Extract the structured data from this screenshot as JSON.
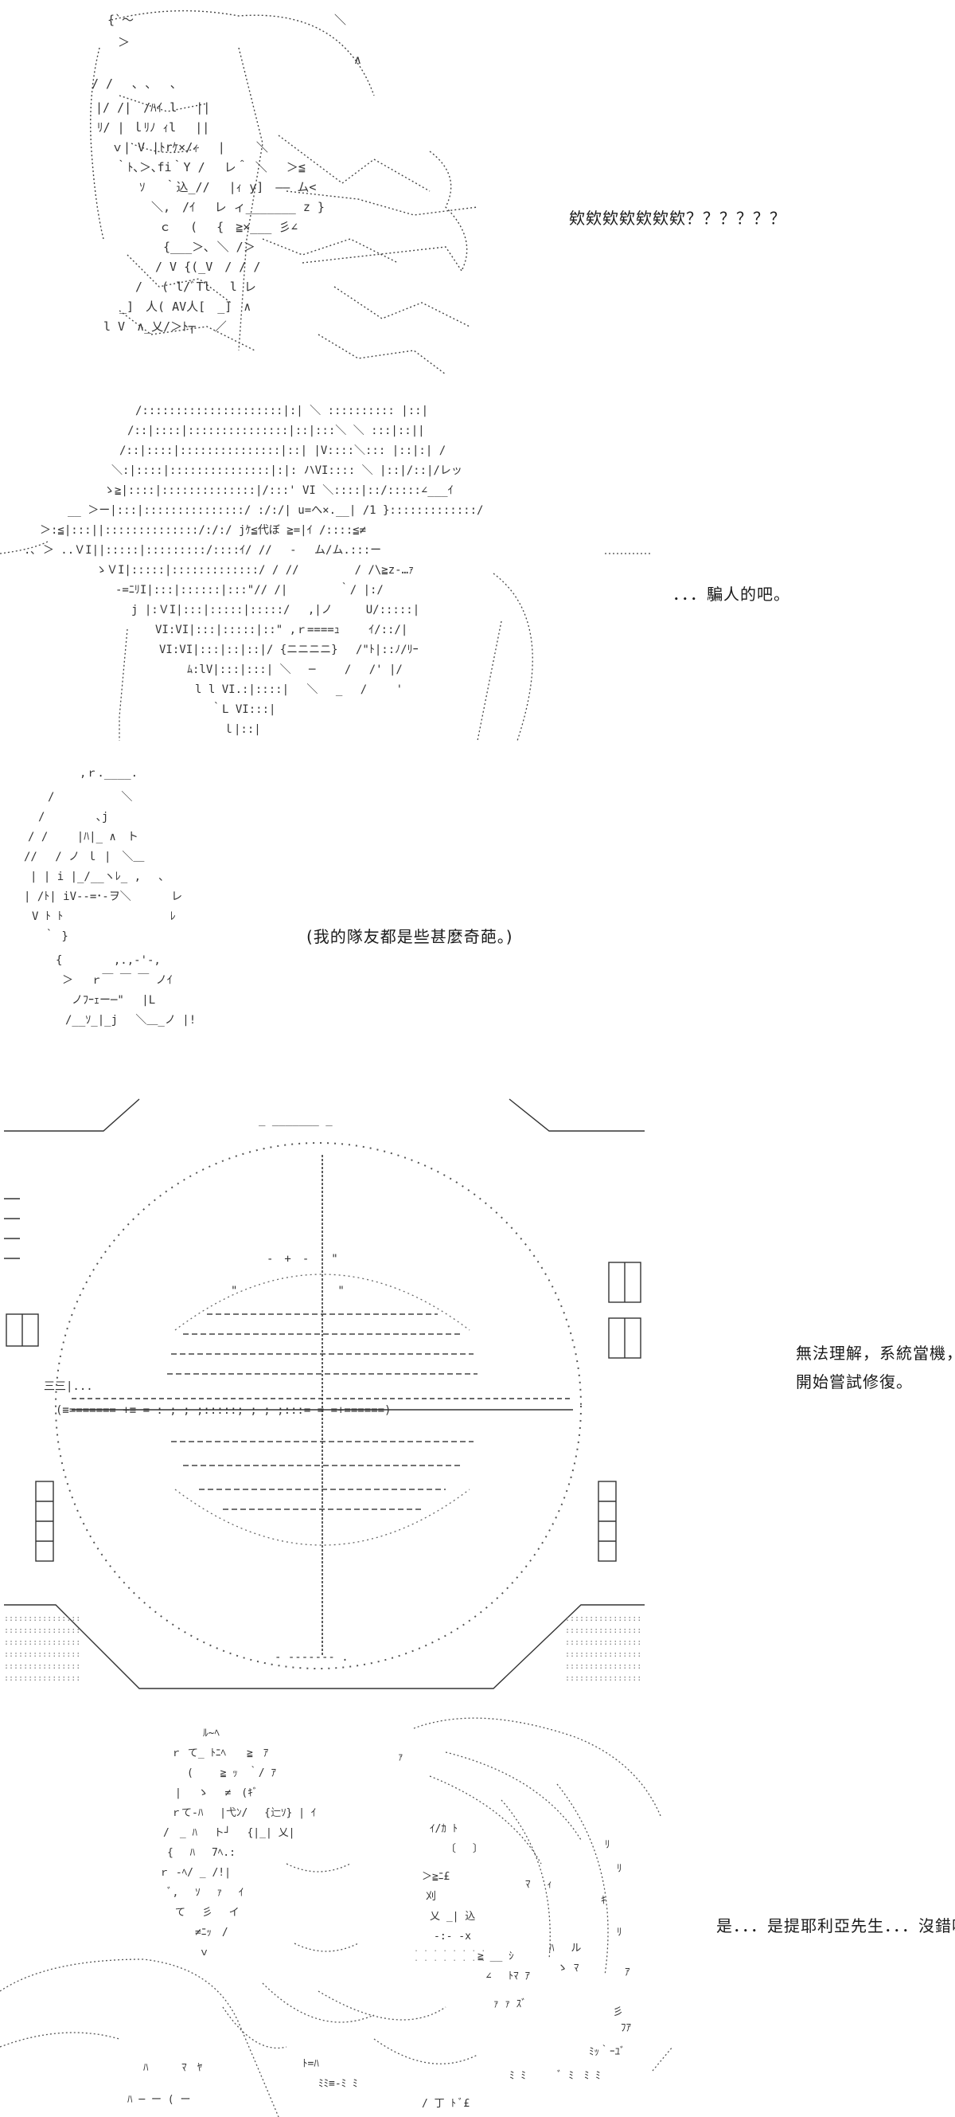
{
  "panels": [
    {
      "id": "panel-1",
      "subject": "confused character",
      "caption": [
        "欸欸欸欸欸欸欸？？？？？？"
      ]
    },
    {
      "id": "panel-2",
      "subject": "shocked character",
      "caption": [
        "．．．騙人的吧。"
      ]
    },
    {
      "id": "panel-3",
      "subject": "character lying down",
      "caption": [
        "(我的隊友都是些甚麼奇葩。)"
      ]
    },
    {
      "id": "panel-4",
      "subject": "system error display",
      "caption": [
        "無法理解，系統當機，",
        "開始嘗試修復。"
      ]
    },
    {
      "id": "panel-5",
      "subject": "two characters meeting",
      "caption": [
        "是．．．是提耶利亞先生．．．沒錯吧？"
      ]
    }
  ]
}
